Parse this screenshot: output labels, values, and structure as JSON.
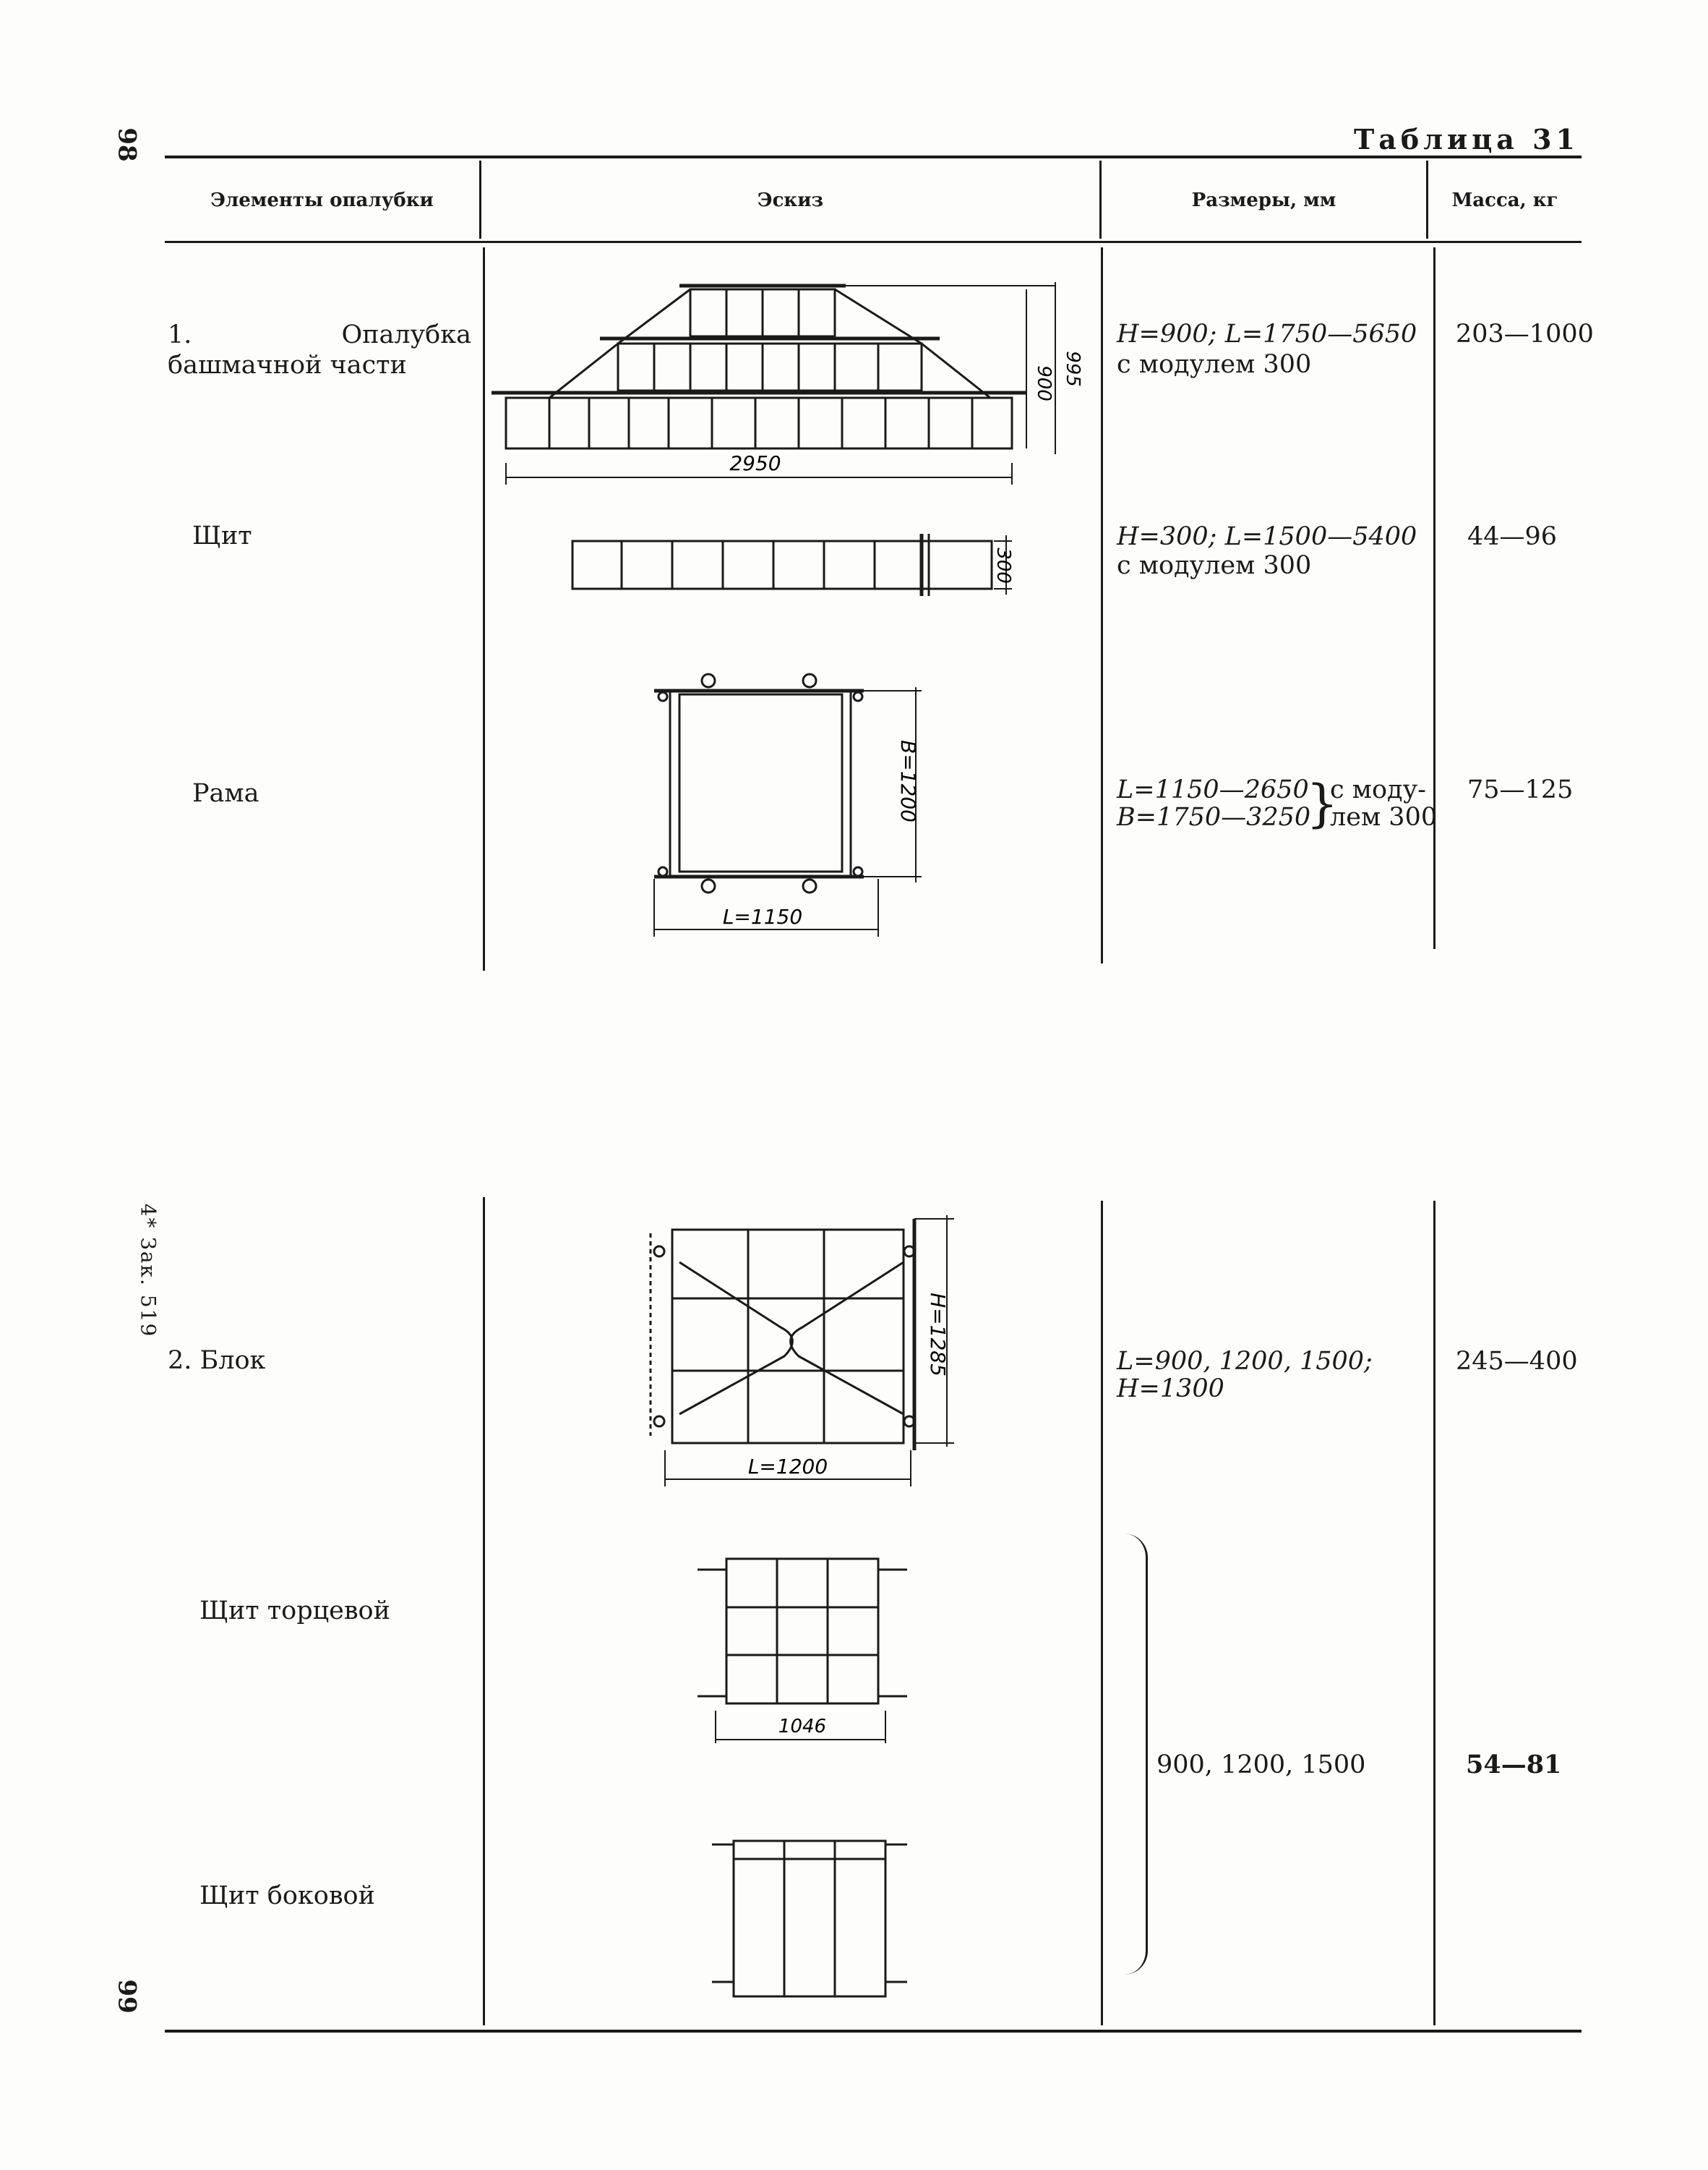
{
  "page": {
    "page_number_top": "98",
    "page_number_bottom": "99",
    "side_note": "4* Зак. 519",
    "table_title": "Таблица 31"
  },
  "columns": {
    "elements": "Элементы опалубки",
    "sketch": "Эскиз",
    "dimensions": "Размеры, мм",
    "mass": "Масса, кг"
  },
  "rows": [
    {
      "element": "1. Опалубка башмачной части",
      "dimensions_line1": "H=900; L=1750—5650",
      "dimensions_line2": "с модулем 300",
      "mass": "203—1000",
      "sketch_labels": {
        "width": "2950",
        "height_inner": "900",
        "height_outer": "995"
      }
    },
    {
      "element": "Щит",
      "dimensions_line1": "H=300; L=1500—5400",
      "dimensions_line2": "с модулем 300",
      "mass": "44—96",
      "sketch_labels": {
        "height": "300"
      }
    },
    {
      "element": "Рама",
      "dimensions_line1": "L=1150—2650",
      "dimensions_line2": "B=1750—3250",
      "dimensions_brace_line1": "с моду-",
      "dimensions_brace_line2": "лем 300",
      "mass": "75—125",
      "sketch_labels": {
        "width": "L=1150",
        "height": "B=1200"
      }
    },
    {
      "element": "2. Блок",
      "dimensions_line1": "L=900, 1200, 1500;",
      "dimensions_line2": "H=1300",
      "mass": "245—400",
      "sketch_labels": {
        "width": "L=1200",
        "height": "H=1285"
      }
    },
    {
      "element": "Щит торцевой",
      "sketch_labels": {
        "width": "1046"
      }
    },
    {
      "element": "Щит боковой"
    }
  ],
  "shared_group": {
    "dimensions": "900, 1200, 1500",
    "mass": "54—81"
  }
}
